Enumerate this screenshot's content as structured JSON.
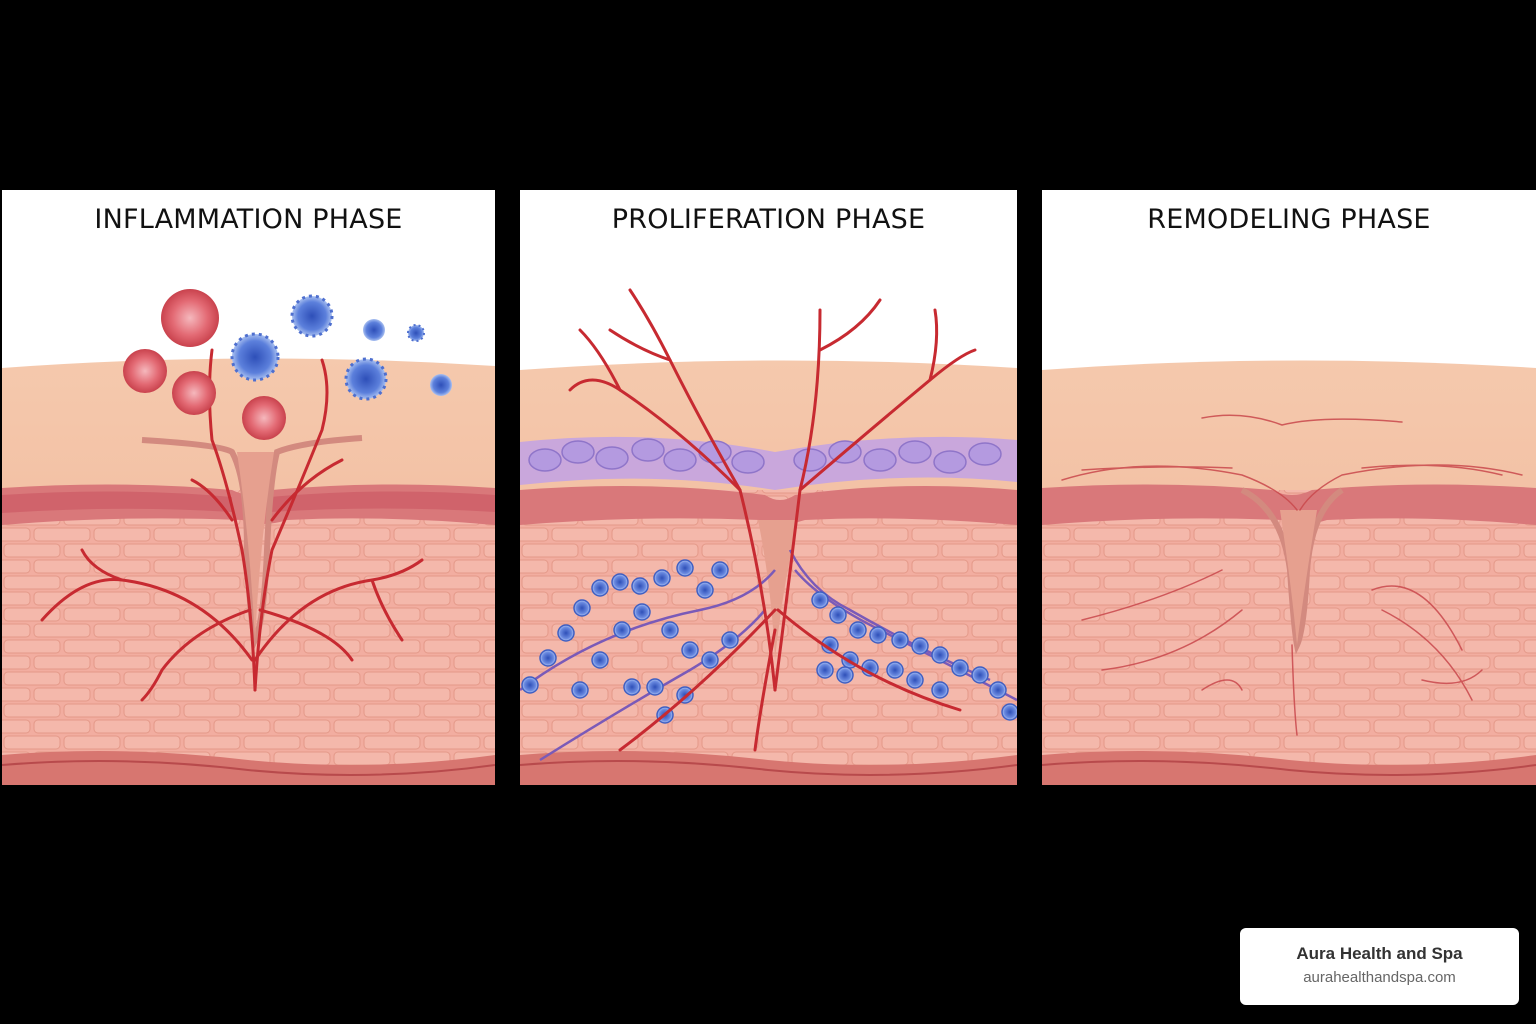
{
  "panels": [
    {
      "id": "inflammation",
      "title": "INFLAMMATION PHASE"
    },
    {
      "id": "proliferation",
      "title": "PROLIFERATION PHASE"
    },
    {
      "id": "remodeling",
      "title": "REMODELING PHASE"
    }
  ],
  "brand": {
    "name": "Aura Health and Spa",
    "url": "aurahealthandspa.com"
  },
  "colors": {
    "background": "#000000",
    "skin_surface": "#f4c4a6",
    "dermis": "#f1aea0",
    "vessel": "#c8292f",
    "immune_cell": "#4a6fd0",
    "red_cell": "#e0606a",
    "fibroblast": "#a98fd6"
  }
}
